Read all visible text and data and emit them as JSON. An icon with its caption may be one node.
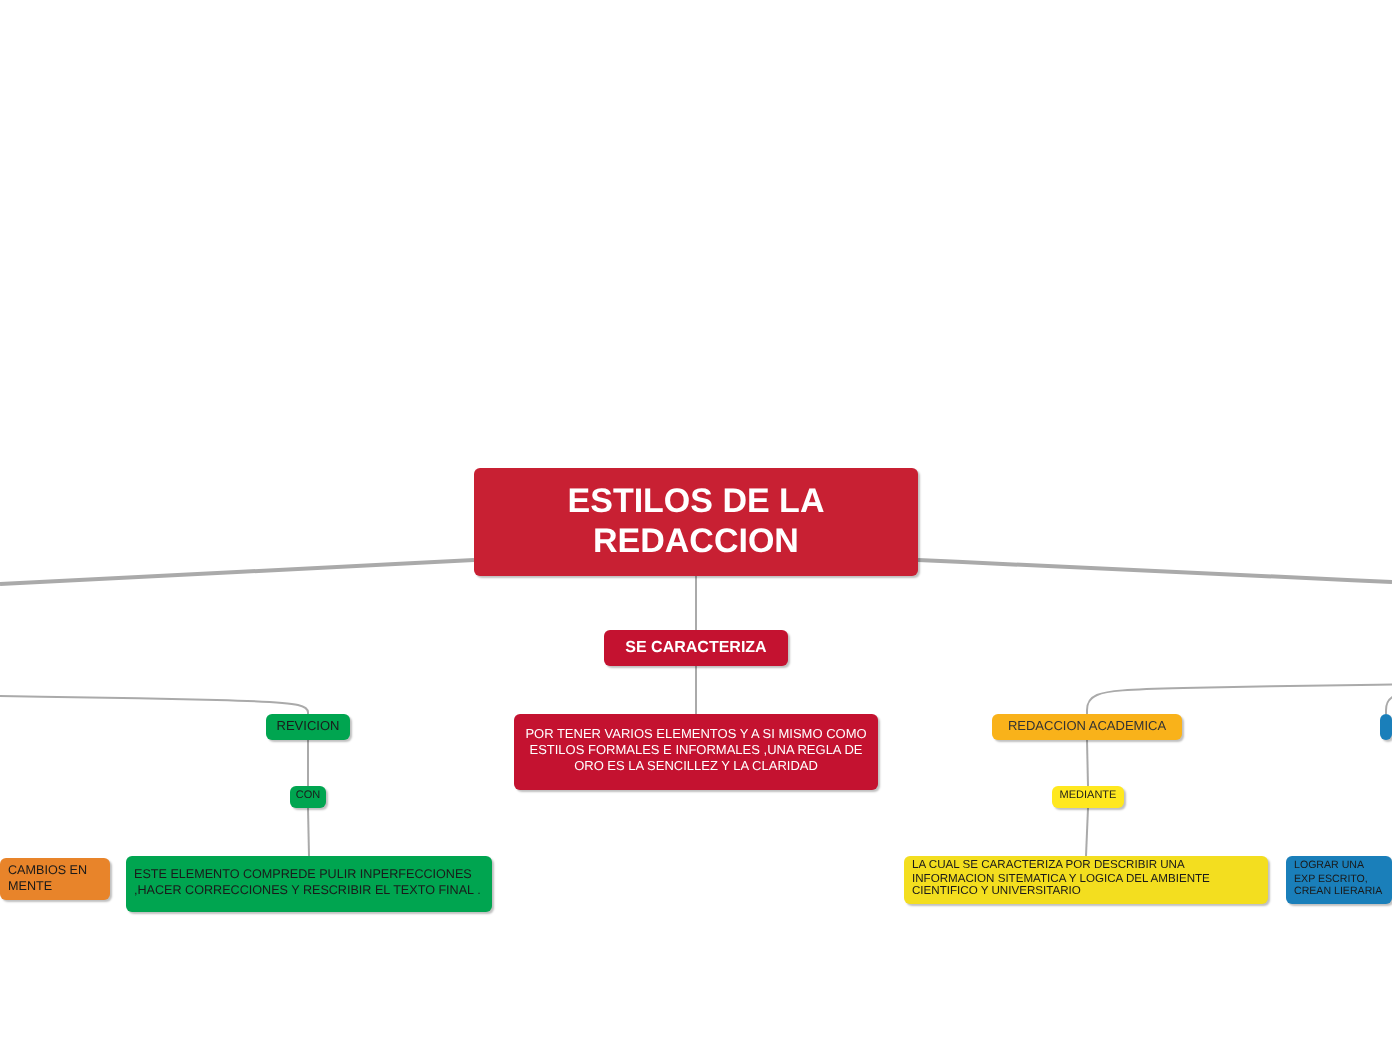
{
  "diagram": {
    "nodes": [
      {
        "text": [
          "ESTILOS DE LA REDACCION"
        ]
      },
      {
        "text": [
          "SE CARACTERIZA"
        ]
      },
      {
        "text": [
          "POR TENER VARIOS ELEMENTOS Y  A SI MISMO COMO ESTILOS FORMALES E INFORMALES ,UNA REGLA DE ORO ES LA SENCILLEZ Y LA CLARIDAD"
        ]
      },
      {
        "text": [
          "REVICION"
        ]
      },
      {
        "text": [
          "CON"
        ]
      },
      {
        "text": [
          "ESTE ELEMENTO COMPREDE PULIR INPERFECCIONES ,HACER CORRECCIONES Y RESCRIBIR EL TEXTO FINAL ."
        ]
      },
      {
        "text": [
          "CAMBIOS EN MENTE"
        ]
      },
      {
        "text": [
          "REDACCION ACADEMICA"
        ]
      },
      {
        "text": [
          "MEDIANTE"
        ]
      },
      {
        "text": [
          "LA CUAL SE CARACTERIZA POR DESCRIBIR UNA INFORMACION SITEMATICA Y LOGICA DEL AMBIENTE CIENTIFICO Y UNIVERSITARIO"
        ]
      },
      {
        "text": [],
        "shape": "box"
      },
      {
        "text": [
          "LOGRAR UNA EXP ESCRITO, CREAN LIERARIA"
        ]
      }
    ],
    "edges": [
      {
        "from": 0,
        "to": 1,
        "arrow": "none"
      },
      {
        "from": 1,
        "to": 2,
        "arrow": "none"
      },
      {
        "from": 0,
        "to": null,
        "arrow": "none"
      },
      {
        "from": 0,
        "to": null,
        "arrow": "none"
      },
      {
        "from": null,
        "to": 3,
        "arrow": "none"
      },
      {
        "from": 3,
        "to": 4,
        "arrow": "none"
      },
      {
        "from": 4,
        "to": 5,
        "arrow": "none"
      },
      {
        "from": null,
        "to": 7,
        "arrow": "none"
      },
      {
        "from": null,
        "to": 10,
        "arrow": "none"
      },
      {
        "from": 7,
        "to": 8,
        "arrow": "none"
      },
      {
        "from": 8,
        "to": 9,
        "arrow": "none"
      }
    ]
  }
}
